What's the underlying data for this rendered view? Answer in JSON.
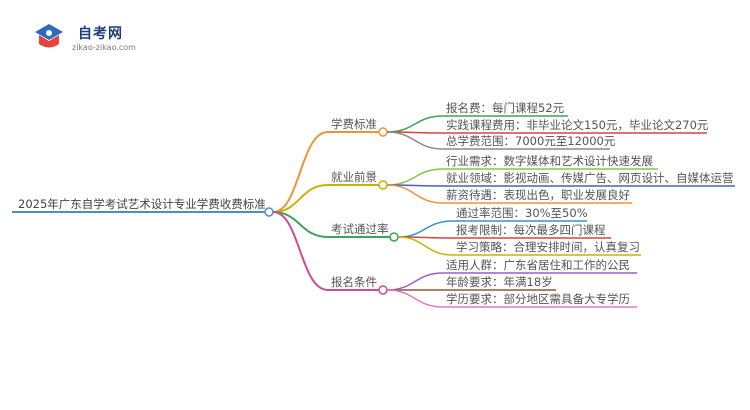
{
  "logo": {
    "name": "自考网",
    "url": "zikao-zikao.com"
  },
  "root": {
    "label": "2025年广东自学考试艺术设计专业学费收费标准",
    "color": "#4a90c8"
  },
  "branches": [
    {
      "label": "学费标准",
      "color": "#f0923a",
      "items": [
        {
          "label": "报名费：每门课程52元",
          "color": "#3aa55c"
        },
        {
          "label": "实践课程费用：非毕业论文150元，毕业论文270元",
          "color": "#d9433b"
        },
        {
          "label": "总学费范围：7000元至12000元",
          "color": "#8a8a8a"
        }
      ]
    },
    {
      "label": "就业前景",
      "color": "#c8b400",
      "items": [
        {
          "label": "行业需求：数字媒体和艺术设计快速发展",
          "color": "#8bc34a"
        },
        {
          "label": "就业领域：影视动画、传媒广告、网页设计、自媒体运营",
          "color": "#4a5fc1"
        },
        {
          "label": "薪资待遇：表现出色，职业发展良好",
          "color": "#f0923a"
        }
      ]
    },
    {
      "label": "考试通过率",
      "color": "#3aa55c",
      "items": [
        {
          "label": "通过率范围：30%至50%",
          "color": "#3b8ed0"
        },
        {
          "label": "报考限制：每次最多四门课程",
          "color": "#d9433b"
        },
        {
          "label": "学习策略：合理安排时间，认真复习",
          "color": "#c8b400"
        }
      ]
    },
    {
      "label": "报名条件",
      "color": "#d24c8c",
      "items": [
        {
          "label": "适用人群：广东省居住和工作的公民",
          "color": "#9c5fc4"
        },
        {
          "label": "年龄要求：年满18岁",
          "color": "#8b5a3c"
        },
        {
          "label": "学历要求：部分地区需具备大专学历",
          "color": "#e07ac0"
        }
      ]
    }
  ]
}
